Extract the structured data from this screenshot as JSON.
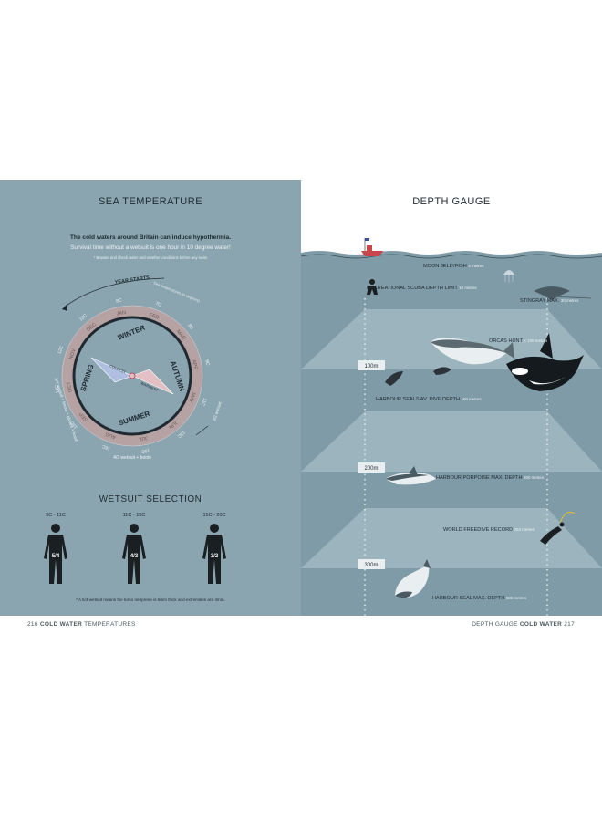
{
  "left": {
    "title": "SEA TEMPERATURE",
    "intro_line1": "The cold waters around Britain can induce hypothermia.",
    "intro_line2": "Survival time without a wetsuit is one hour in 10 degree water!",
    "intro_note": "* Beware and check water and weather conditions before any swim",
    "year_starts": "YEAR STARTS",
    "dial_note": "Sea temperatures (in degrees)",
    "seasons": [
      "WINTER",
      "AUTUMN",
      "SPRING",
      "SUMMER"
    ],
    "months": [
      "JAN",
      "FEB",
      "MAR",
      "APR",
      "MAY",
      "JUN",
      "JUL",
      "AUG",
      "SEP",
      "OCT",
      "NOV",
      "DEC"
    ],
    "temps": [
      "8C",
      "7C",
      "8C",
      "9C",
      "11C",
      "13C",
      "15C",
      "16C",
      "15C",
      "14C",
      "12C",
      "10C"
    ],
    "needle_colder": "COLDEST",
    "needle_warmer": "WARMEST",
    "side_left": "3/4 wetsuit + boots + gloves + hood",
    "side_right": "3/2 wetsuit",
    "bottom_note": "4/3 wetsuit + boots",
    "wetsuit_title": "WETSUIT SELECTION",
    "suits": [
      {
        "range": "5C - 11C",
        "label": "5/4"
      },
      {
        "range": "11C - 15C",
        "label": "4/3"
      },
      {
        "range": "15C - 20C",
        "label": "3/2"
      }
    ],
    "wetsuit_note": "* A 5/4 wetsuit means the torso neoprene is 5mm thick and extremities are 4mm.",
    "page_num": "216",
    "folio_bold": "COLD WATER",
    "folio_light": "TEMPERATURES"
  },
  "right": {
    "title": "DEPTH GAUGE",
    "labels": [
      {
        "bold": "MOON JELLYFISH",
        "light": "4 metres"
      },
      {
        "bold": "RECREATIONAL SCUBA DEPTH LIMIT",
        "light": "10 metres"
      },
      {
        "bold": "STINGRAY MAX.",
        "light": "30 metres"
      },
      {
        "bold": "ORCAS HUNT",
        "light": "< 100 metres"
      },
      {
        "bold": "HARBOUR SEALS AV. DIVE DEPTH",
        "light": "150 metres"
      },
      {
        "bold": "HARBOUR PORPOISE MAX. DEPTH",
        "light": "200 metres"
      },
      {
        "bold": "WORLD FREEDIVE RECORD",
        "light": "253 metres"
      },
      {
        "bold": "HARBOUR SEAL MAX. DEPTH",
        "light": "500 metres"
      }
    ],
    "depth_markers": [
      "100m",
      "200m",
      "300m"
    ],
    "folio_light": "DEPTH GAUGE",
    "folio_bold": "COLD WATER",
    "page_num": "217"
  },
  "colors": {
    "panel": "#8aa5b0",
    "ring": "#b7a2a3",
    "band": "#a4bcc5",
    "sea": "#7f9ba7"
  }
}
